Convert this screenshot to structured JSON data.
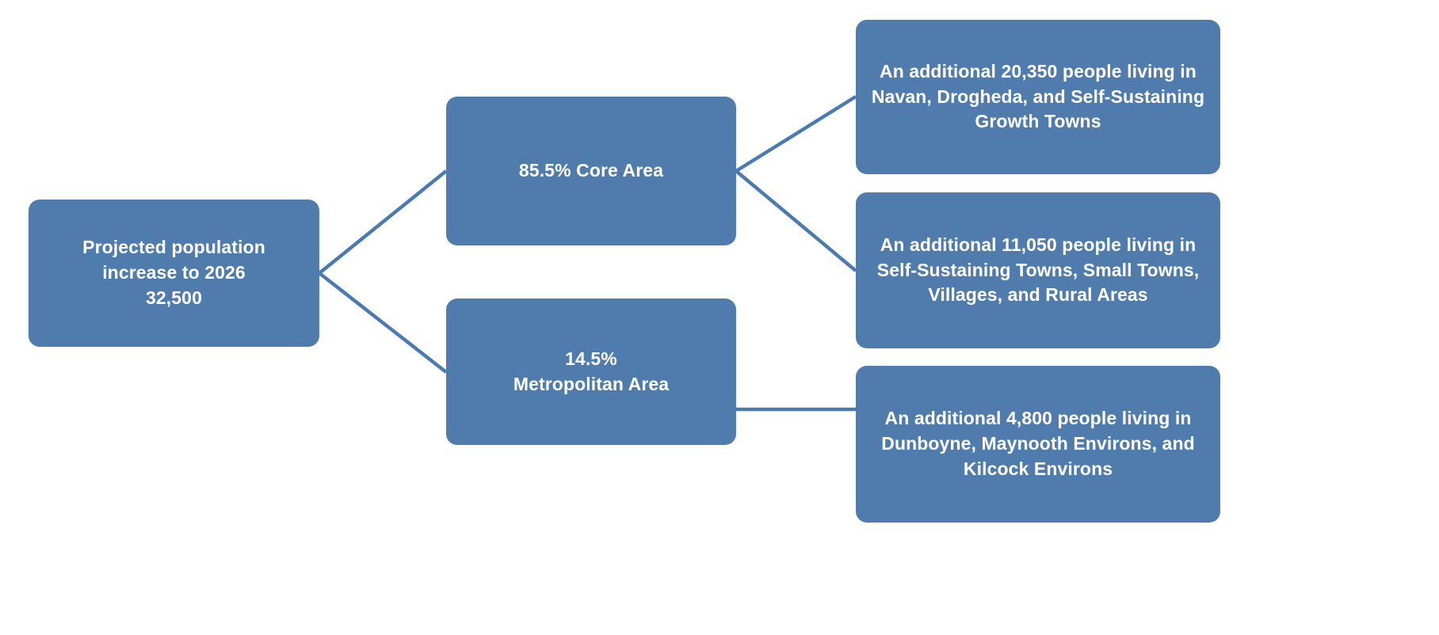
{
  "diagram": {
    "type": "tree",
    "orientation": "left-to-right",
    "colors": {
      "node_fill": "#4f7cac",
      "node_text": "#ffffff",
      "connector": "#4a7ab0",
      "background": "#ffffff"
    },
    "root": {
      "id": "root",
      "label": "Projected population\nincrease to 2026\n32,500",
      "lines": [
        "Projected population",
        "increase to 2026",
        "32,500"
      ],
      "value": "32,500"
    },
    "level2": [
      {
        "id": "core-area",
        "label": "85.5% Core Area",
        "lines": [
          "85.5% Core Area"
        ],
        "percent": "85.5%",
        "area_name": "Core Area"
      },
      {
        "id": "metropolitan-area",
        "label": "14.5%\nMetropolitan Area",
        "lines": [
          "14.5%",
          "Metropolitan Area"
        ],
        "percent": "14.5%",
        "area_name": "Metropolitan Area"
      }
    ],
    "leaves": [
      {
        "id": "leaf-navan-drogheda",
        "label": "An additional 20,350 people living in Navan, Drogheda, and Self-Sustaining Growth Towns",
        "lines": [
          "An additional 20,350 people",
          "living in Navan, Drogheda,",
          "and Self-Sustaining Growth",
          "Towns"
        ],
        "value": "20,350",
        "parent": "core-area"
      },
      {
        "id": "leaf-self-sustaining-towns",
        "label": "An additional 11,050 people living in Self-Sustaining Towns, Small Towns, Villages, and Rural Areas",
        "lines": [
          "An additional 11,050 people",
          "living in Self-Sustaining Towns,",
          "Small Towns, Villages, and Rural",
          "Areas"
        ],
        "value": "11,050",
        "parent": "core-area"
      },
      {
        "id": "leaf-dunboyne-maynooth",
        "label": "An additional 4,800 people living in Dunboyne, Maynooth Environs, and Kilcock Environs",
        "lines": [
          "An additional 4,800 people",
          "living in Dunboyne, Maynooth",
          "Environs, and Kilcock Environs"
        ],
        "value": "4,800",
        "parent": "metropolitan-area"
      }
    ]
  }
}
